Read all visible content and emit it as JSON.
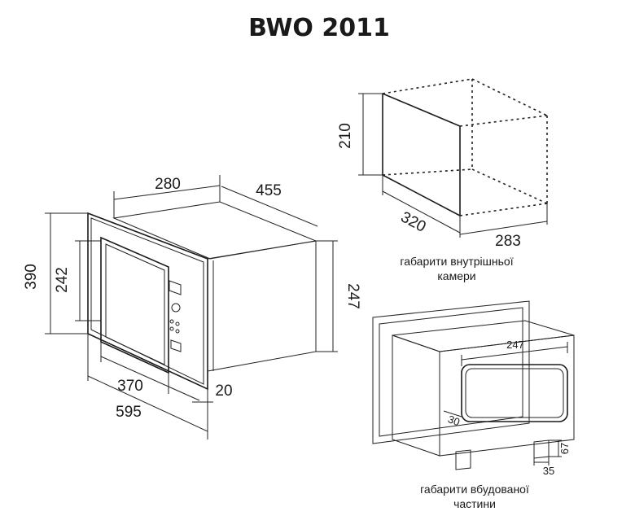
{
  "title": "BWO 2011",
  "left_oven": {
    "dims": {
      "top_depth": "280",
      "top_width": "455",
      "front_height": "390",
      "door_height": "242",
      "side_height": "247",
      "door_width": "370",
      "front_width": "595",
      "frame_depth": "20"
    }
  },
  "inner_chamber": {
    "dims": {
      "height": "210",
      "depth": "320",
      "width": "283"
    },
    "caption_line1": "габарити внутрішньої",
    "caption_line2": "камери"
  },
  "built_in": {
    "dims": {
      "width": "247",
      "side": "30",
      "foot_height": "67",
      "foot_width": "35"
    },
    "caption_line1": "габарити вбудованої",
    "caption_line2": "частини"
  }
}
